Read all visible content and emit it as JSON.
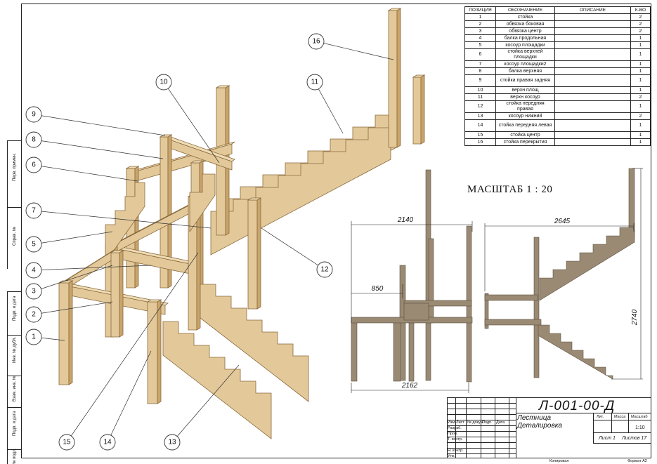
{
  "spec_table": {
    "headers": [
      "ПОЗИЦИЯ",
      "ОБОЗНАЧЕНИЕ",
      "ОПИСАНИЕ",
      "К-ВО"
    ],
    "rows": [
      {
        "pos": "1",
        "name": "стойка",
        "qty": "2"
      },
      {
        "pos": "2",
        "name": "обвязка боковая",
        "qty": "2"
      },
      {
        "pos": "3",
        "name": "обвязка центр",
        "qty": "2"
      },
      {
        "pos": "4",
        "name": "балка продольная",
        "qty": "1"
      },
      {
        "pos": "5",
        "name": "косоур площадки",
        "qty": "1"
      },
      {
        "pos": "6",
        "name": "стойка верхней площадки",
        "qty": "1"
      },
      {
        "pos": "7",
        "name": "косоур площадки2",
        "qty": "1"
      },
      {
        "pos": "8",
        "name": "балка верхняя",
        "qty": "1"
      },
      {
        "pos": "9",
        "name": "стойка правая задняя",
        "qty": "1"
      },
      {
        "pos": "10",
        "name": "верхн площ",
        "qty": "1"
      },
      {
        "pos": "11",
        "name": "верхн косоур",
        "qty": "2"
      },
      {
        "pos": "12",
        "name": "стойка передняя правая",
        "qty": "1"
      },
      {
        "pos": "13",
        "name": "косоур нижний",
        "qty": "2"
      },
      {
        "pos": "14",
        "name": "стойка передняя левая",
        "qty": "1"
      },
      {
        "pos": "15",
        "name": "стойка центр",
        "qty": "1"
      },
      {
        "pos": "16",
        "name": "стойка перекрытия",
        "qty": "1"
      }
    ]
  },
  "scale_label": "МАСШТАБ 1 : 20",
  "callouts": [
    "1",
    "2",
    "3",
    "4",
    "5",
    "6",
    "7",
    "8",
    "9",
    "10",
    "11",
    "12",
    "13",
    "14",
    "15",
    "16"
  ],
  "dimensions": {
    "front_width": "2140",
    "front_landing": "850",
    "front_base": "2162",
    "side_width": "2645",
    "side_height": "2740"
  },
  "left_strip": [
    "Перв. примен.",
    "Справ. №",
    "Подп. и дата",
    "Инв. № дубл.",
    "Взам. инв. №",
    "Подп. и дата",
    "Инв. № подл."
  ],
  "title_block": {
    "code": "Л-001-00-Д",
    "name_line1": "Лестница",
    "name_line2": "Деталировка",
    "col_headers": [
      "Изм.",
      "Лист",
      "№ докум.",
      "Подп.",
      "Дата"
    ],
    "row_labels": [
      "Разраб.",
      "Пров.",
      "Т. контр.",
      "",
      "Н. контр.",
      "Утв."
    ],
    "lit_label": "Лит.",
    "mass_label": "Масса",
    "scale_label": "Масштаб",
    "scale_value": "1:10",
    "sheet": "Лист 1",
    "sheets": "Листов 17",
    "copied": "Копировал",
    "format": "Формат А2"
  },
  "colors": {
    "wood": "#e3c99a",
    "wood_dark": "#c9a56c",
    "wood_edge": "#8a6a3c",
    "ortho": "#9a8a74"
  }
}
